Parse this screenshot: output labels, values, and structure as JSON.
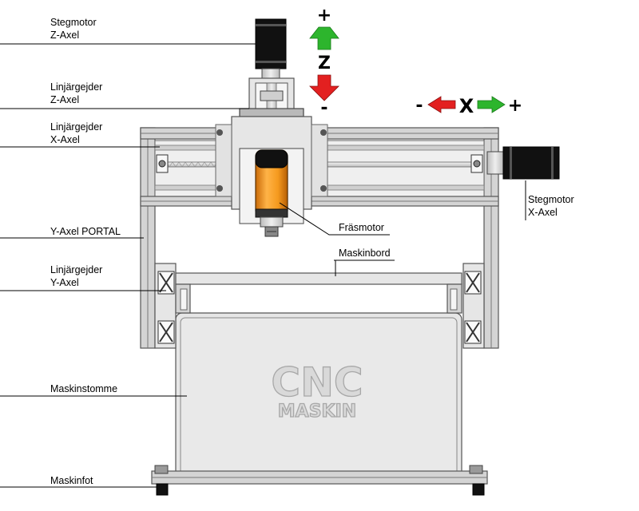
{
  "labels": {
    "stepper_z_1": "Stegmotor",
    "stepper_z_2": "Z-Axel",
    "rail_z_1": "Linjärgejder",
    "rail_z_2": "Z-Axel",
    "rail_x_1": "Linjärgejder",
    "rail_x_2": "X-Axel",
    "portal": "Y-Axel PORTAL",
    "rail_y_1": "Linjärgejder",
    "rail_y_2": "Y-Axel",
    "frame": "Maskinstomme",
    "foot": "Maskinfot",
    "spindle": "Fräsmotor",
    "table": "Maskinbord",
    "stepper_x_1": "Stegmotor",
    "stepper_x_2": "X-Axel"
  },
  "axes": {
    "z": {
      "letter": "Z",
      "plus": "+",
      "minus": "-"
    },
    "x": {
      "letter": "X",
      "plus": "+",
      "minus": "-"
    }
  },
  "watermark": {
    "line1": "CNC",
    "line2": "MASKIN"
  },
  "colors": {
    "arrow_plus": "#2db52d",
    "arrow_minus": "#e32020",
    "spindle_orange": "#f59a1e",
    "motor_black": "#111111",
    "aluminium": "#d4d4d4"
  }
}
